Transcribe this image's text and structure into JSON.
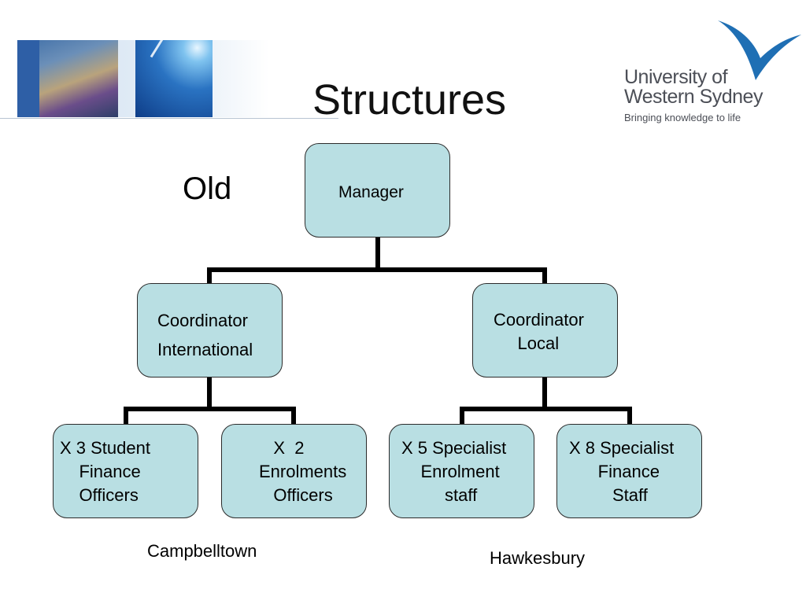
{
  "slide": {
    "title": "Structures",
    "subtitle": "Old"
  },
  "logo": {
    "line1": "University of",
    "line2": "Western Sydney",
    "tagline": "Bringing knowledge to life",
    "icon": "bird-swoop-icon",
    "color": "#1f6fb4"
  },
  "org_chart": {
    "root": {
      "label": "Manager"
    },
    "coordinators": [
      {
        "label": "Coordinator\nInternational"
      },
      {
        "label": "Coordinator\n     Local"
      }
    ],
    "teams": [
      {
        "label": "X 3 Student\n    Finance\n    Officers"
      },
      {
        "label": "   X  2\nEnrolments\n   Officers"
      },
      {
        "label": "X 5 Specialist\n    Enrolment\n         staff"
      },
      {
        "label": "X 8 Specialist\n      Finance\n         Staff"
      }
    ],
    "locations": [
      {
        "label": "Campbelltown"
      },
      {
        "label": "Hawkesbury"
      }
    ],
    "box_fill": "#b9dfe3"
  }
}
